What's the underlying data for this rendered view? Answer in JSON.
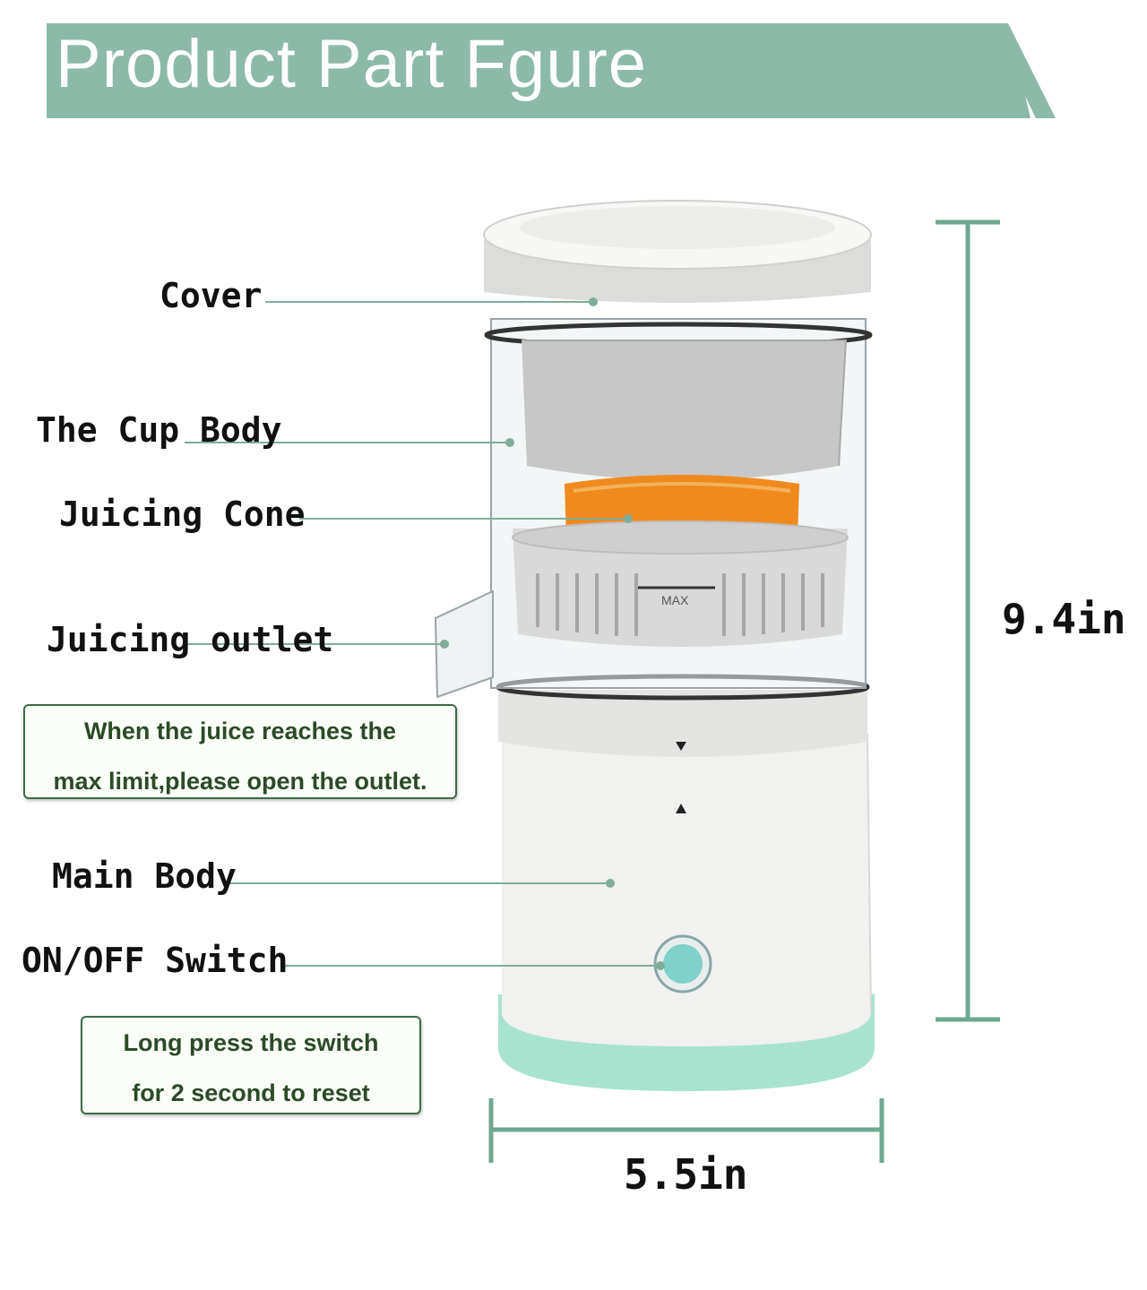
{
  "banner": {
    "title": "Product Part Fgure",
    "color": "#8db9a8"
  },
  "labels": {
    "cover": "Cover",
    "cup_body": "The Cup Body",
    "juicing_cone": "Juicing Cone",
    "juicing_outlet": "Juicing outlet",
    "main_body": "Main Body",
    "switch": "ON/OFF Switch"
  },
  "notes": {
    "outlet_note": [
      "When the juice reaches the",
      "max limit,please open the outlet."
    ],
    "reset_note": [
      "Long press the switch",
      "for 2 second to reset"
    ]
  },
  "juicer_marks": {
    "max": "MAX"
  },
  "dimensions": {
    "height": "9.4in",
    "width": "5.5in"
  },
  "colors": {
    "accent": "#6fa891",
    "mint_base": "#a8e3cf",
    "orange": "#f08a1f",
    "gray": "#bdbdbd"
  }
}
